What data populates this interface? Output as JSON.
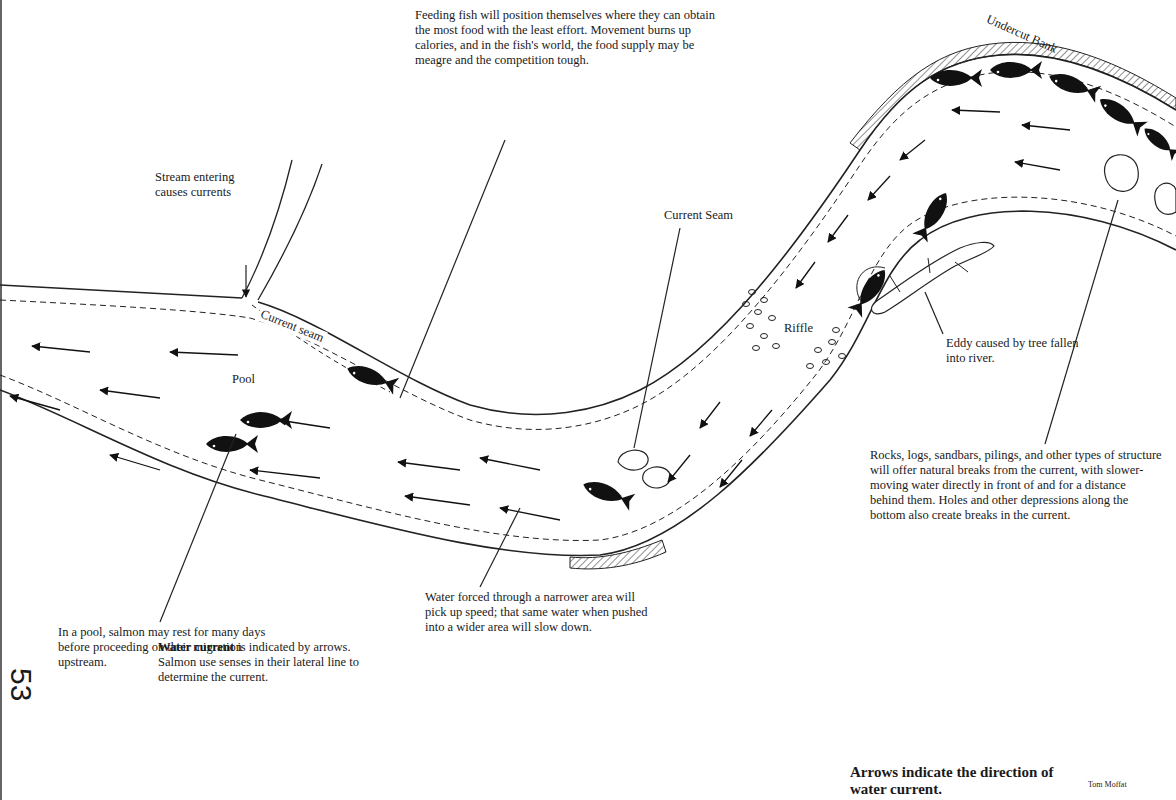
{
  "diagram": {
    "labels": [
      "Feeding fish will position themselves where they can obtain the most food with the least effort. Movement burns up calories, and in the fish's world, the food supply may be meagre and the competition tough.",
      "Stream entering causes currents",
      "Current seam",
      "Pool",
      "Current Seam",
      "Riffle",
      "Undercut Bank",
      "Eddy caused by tree fallen into river.",
      "Rocks, logs, sandbars, pilings, and other types of structure will offer natural breaks from the current, with slower-moving water directly in front of and for a distance behind them. Holes and other depressions along the bottom also create breaks in the current.",
      "In a pool, salmon may rest for many days before proceeding on their migration upstream.",
      "Water forced through a narrower area will pick up speed; that same water when pushed into a wider area will slow down.",
      "Water current",
      "is indicated by arrows. Salmon use senses in their lateral line to determine the current.",
      "Arrows indicate the direction of water current.",
      "53",
      "Tom Moffat"
    ]
  }
}
